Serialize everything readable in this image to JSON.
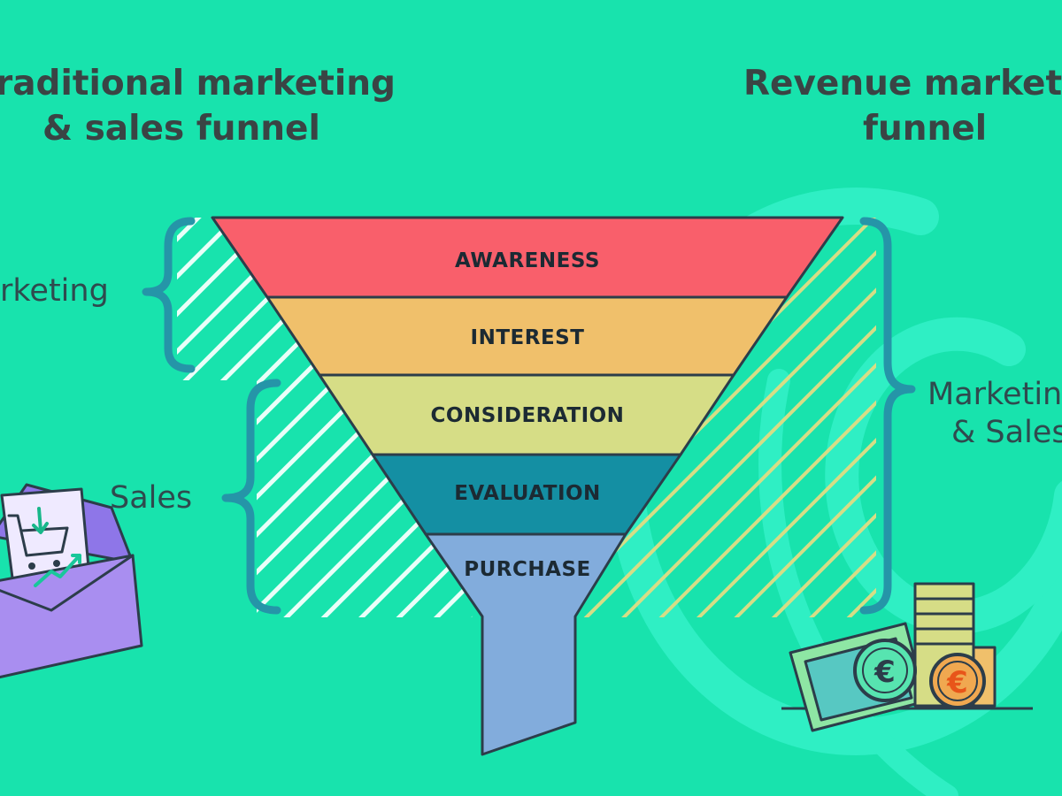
{
  "left_heading": {
    "line1": "raditional marketing",
    "line2": "& sales funnel"
  },
  "right_heading": {
    "line1": "Revenue marketin",
    "line2": "funnel"
  },
  "left_labels": {
    "marketing": "rketing",
    "sales": "Sales"
  },
  "right_label": {
    "line1": "Marketin",
    "line2": "& Sales"
  },
  "funnel_stages": [
    {
      "label": "AWARENESS",
      "color": "#f95f6b"
    },
    {
      "label": "INTEREST",
      "color": "#f0c06b"
    },
    {
      "label": "CONSIDERATION",
      "color": "#d6dd86"
    },
    {
      "label": "EVALUATION",
      "color": "#148fa3"
    },
    {
      "label": "PURCHASE",
      "color": "#82acdc"
    }
  ],
  "icons": {
    "left": "envelope-cart-icon",
    "right": "cash-coins-icon"
  },
  "coin_symbol": "€",
  "colors": {
    "background": "#18e3ad",
    "outline": "#2c3d4a",
    "brace": "#2595a8",
    "left_hatch": "#e9fff9",
    "right_hatch": "#d6dd86",
    "spiral": "#2fefc4"
  }
}
